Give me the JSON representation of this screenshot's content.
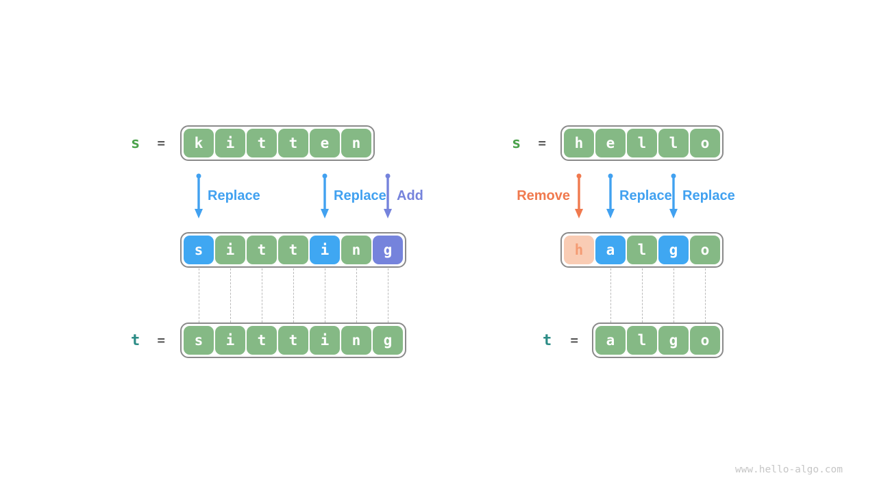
{
  "watermark": "www.hello-algo.com",
  "colors": {
    "green_bg": "#85b985",
    "blue_bg": "#3fa7f2",
    "purple_bg": "#7583dc",
    "peach_bg": "#f9ccb4",
    "peach_fg": "#f49b73",
    "box_fg": "#ffffff",
    "replace": "#41a1f0",
    "add": "#7583dc",
    "remove": "#f0794e",
    "s_var": "#4ba24b",
    "t_var": "#2c8c86",
    "equals": "#555555",
    "box_border": "#8a8a8a",
    "dash_line": "#b8b8b8",
    "watermark_text": "#c6c6c6"
  },
  "panels": [
    {
      "name": "kitten-to-sitting",
      "source_var": "s",
      "target_var": "t",
      "equals_sign": "=",
      "source_cells": [
        {
          "ch": "k",
          "style": "green"
        },
        {
          "ch": "i",
          "style": "green"
        },
        {
          "ch": "t",
          "style": "green"
        },
        {
          "ch": "t",
          "style": "green"
        },
        {
          "ch": "e",
          "style": "green"
        },
        {
          "ch": "n",
          "style": "green"
        }
      ],
      "operations": [
        {
          "label": "Replace",
          "color": "replace",
          "cell": 0,
          "side": "right"
        },
        {
          "label": "Replace",
          "color": "replace",
          "cell": 4,
          "side": "right"
        },
        {
          "label": "Add",
          "color": "add",
          "cell": 6,
          "side": "right"
        }
      ],
      "result_cells": [
        {
          "ch": "s",
          "style": "blue"
        },
        {
          "ch": "i",
          "style": "green"
        },
        {
          "ch": "t",
          "style": "green"
        },
        {
          "ch": "t",
          "style": "green"
        },
        {
          "ch": "i",
          "style": "blue"
        },
        {
          "ch": "n",
          "style": "green"
        },
        {
          "ch": "g",
          "style": "purple"
        }
      ],
      "mapped_cells": [
        0,
        1,
        2,
        3,
        4,
        5,
        6
      ],
      "target_cells": [
        {
          "ch": "s",
          "style": "green"
        },
        {
          "ch": "i",
          "style": "green"
        },
        {
          "ch": "t",
          "style": "green"
        },
        {
          "ch": "t",
          "style": "green"
        },
        {
          "ch": "i",
          "style": "green"
        },
        {
          "ch": "n",
          "style": "green"
        },
        {
          "ch": "g",
          "style": "green"
        }
      ]
    },
    {
      "name": "hello-to-algo",
      "source_var": "s",
      "target_var": "t",
      "equals_sign": "=",
      "source_cells": [
        {
          "ch": "h",
          "style": "green"
        },
        {
          "ch": "e",
          "style": "green"
        },
        {
          "ch": "l",
          "style": "green"
        },
        {
          "ch": "l",
          "style": "green"
        },
        {
          "ch": "o",
          "style": "green"
        }
      ],
      "operations": [
        {
          "label": "Remove",
          "color": "remove",
          "cell": 0,
          "side": "left"
        },
        {
          "label": "Replace",
          "color": "replace",
          "cell": 1,
          "side": "right"
        },
        {
          "label": "Replace",
          "color": "replace",
          "cell": 3,
          "side": "right"
        }
      ],
      "result_cells": [
        {
          "ch": "h",
          "style": "peach"
        },
        {
          "ch": "a",
          "style": "blue"
        },
        {
          "ch": "l",
          "style": "green"
        },
        {
          "ch": "g",
          "style": "blue"
        },
        {
          "ch": "o",
          "style": "green"
        }
      ],
      "mapped_cells": [
        1,
        2,
        3,
        4
      ],
      "target_cells": [
        {
          "ch": "a",
          "style": "green"
        },
        {
          "ch": "l",
          "style": "green"
        },
        {
          "ch": "g",
          "style": "green"
        },
        {
          "ch": "o",
          "style": "green"
        }
      ]
    }
  ]
}
